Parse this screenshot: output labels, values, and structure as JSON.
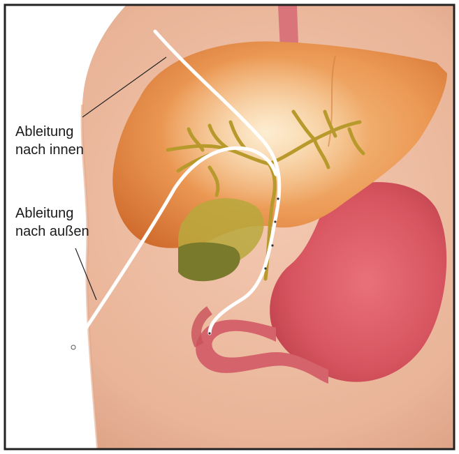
{
  "labels": {
    "inner": {
      "line1": "Ableitung",
      "line2": "nach innen"
    },
    "outer": {
      "line1": "Ableitung",
      "line2": "nach außen"
    }
  },
  "colors": {
    "skin": "#f0c2a6",
    "liver": "#e8893f",
    "gallbladder": "#b3a53a",
    "stomach": "#d85a5e",
    "bile_ducts": "#b89a2c",
    "drain_tube": "#ffffff",
    "frame": "#222222"
  }
}
